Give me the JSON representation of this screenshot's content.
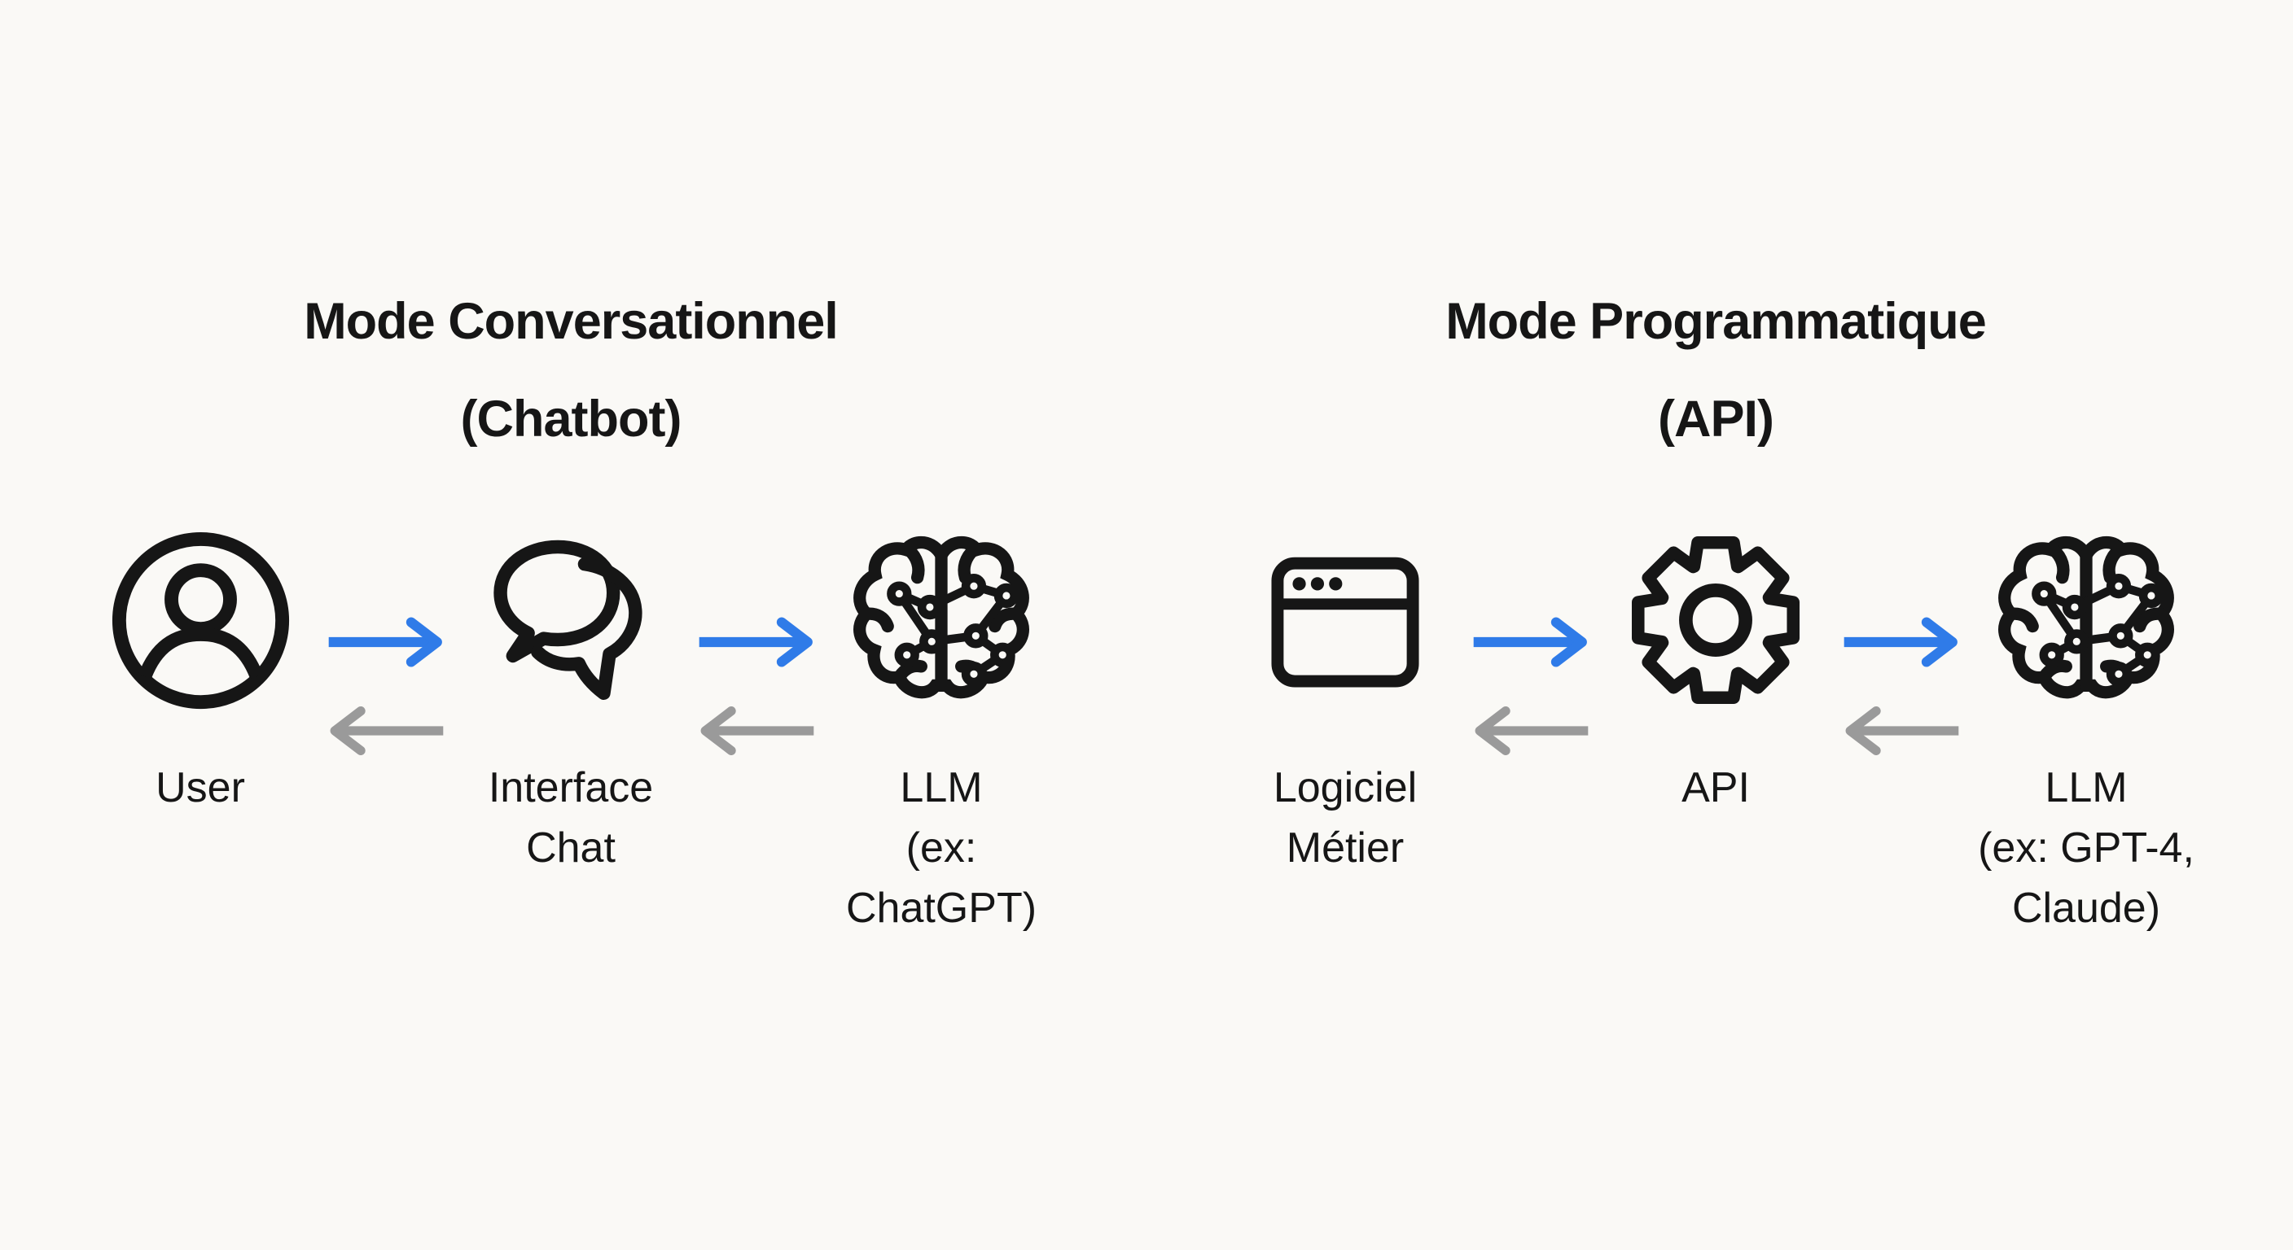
{
  "background": "#FAF9F6",
  "colors": {
    "forward_arrow": "#2F7BE8",
    "back_arrow": "#9A9A9A",
    "icon_stroke": "#161616",
    "text": "#161616"
  },
  "sections": [
    {
      "id": "conversational",
      "title_line1": "Mode Conversationnel",
      "title_line2": "(Chatbot)",
      "nodes": [
        {
          "icon": "user-icon",
          "label": "User"
        },
        {
          "icon": "chat-bubbles-icon",
          "label": "Interface\nChat"
        },
        {
          "icon": "brain-icon",
          "label": "LLM\n(ex: ChatGPT)"
        }
      ]
    },
    {
      "id": "programmatic",
      "title_line1": "Mode Programmatique",
      "title_line2": "(API)",
      "nodes": [
        {
          "icon": "app-window-icon",
          "label": "Logiciel\nMétier"
        },
        {
          "icon": "gear-icon",
          "label": "API"
        },
        {
          "icon": "brain-icon",
          "label": "LLM\n(ex: GPT-4,\nClaude)"
        }
      ]
    }
  ]
}
